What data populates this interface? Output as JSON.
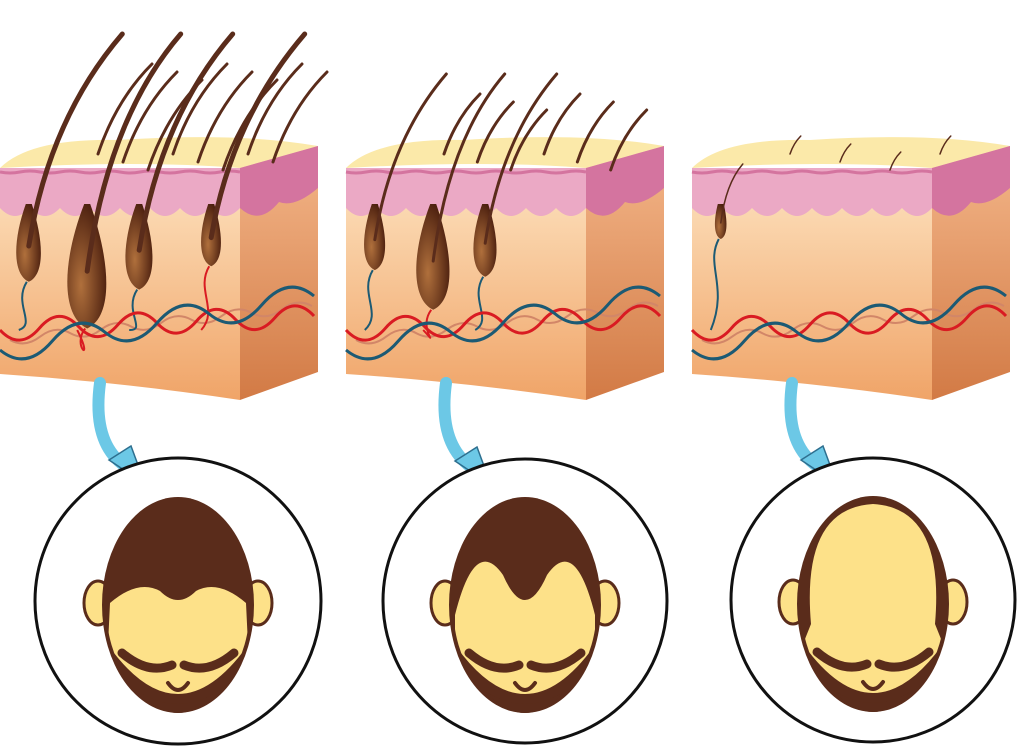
{
  "colors": {
    "background": "#ffffff",
    "skin_top": "#fbe9a9",
    "epidermis": "#eba9c5",
    "epidermis_dark": "#d4749f",
    "dermis_front_top": "#fde3c0",
    "dermis_front_bottom": "#f0a468",
    "dermis_side_top": "#f4b78a",
    "dermis_side_bottom": "#d27a45",
    "hair": "#5a2c1b",
    "follicle_dark": "#4a1e0e",
    "follicle_light": "#b0703c",
    "artery": "#d91b22",
    "vein": "#1c5a74",
    "nerve": "#d28668",
    "arrow": "#6cc8e6",
    "arrow_edge": "#2e6f8f",
    "scalp": "#fde189",
    "head_hair": "#5a2c1b",
    "circle_stroke": "#111111"
  },
  "stages": [
    {
      "id": "healthy",
      "follicle_density": "high",
      "hair_condition": "thick",
      "hair_loss_pattern": "full-hair"
    },
    {
      "id": "thinning",
      "follicle_density": "medium",
      "hair_condition": "thinning",
      "hair_loss_pattern": "receding-hairline"
    },
    {
      "id": "bald",
      "follicle_density": "low",
      "hair_condition": "vellus",
      "hair_loss_pattern": "bald-crown"
    }
  ]
}
